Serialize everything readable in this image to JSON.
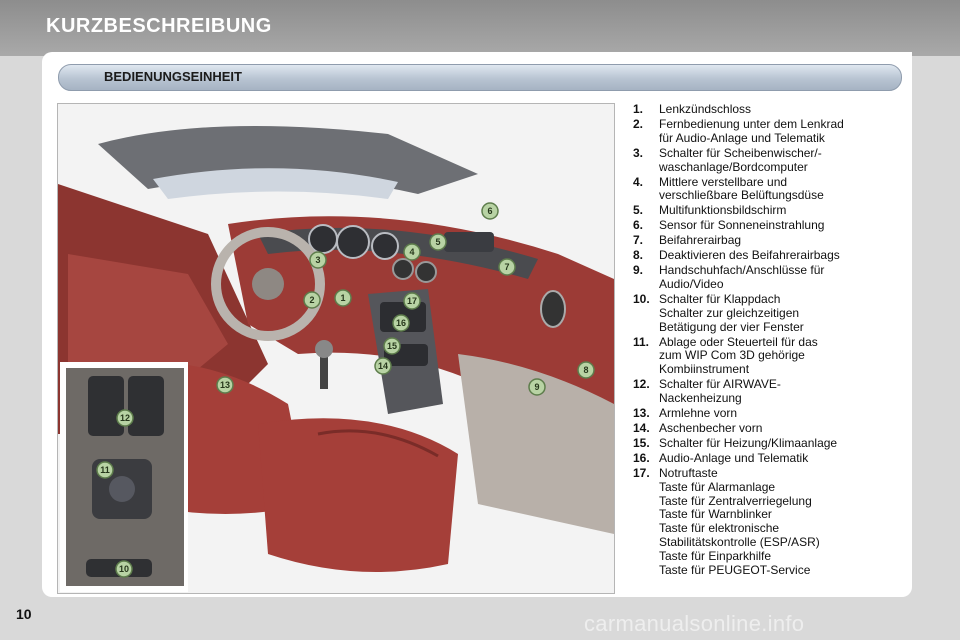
{
  "header": {
    "title": "KURZBESCHREIBUNG"
  },
  "section": {
    "title": "BEDIENUNGSEINHEIT"
  },
  "colors": {
    "leather": "#9c3b36",
    "marker_fill": "#b8d3a4",
    "section_bar": "#b8c4d2"
  },
  "image": {
    "description_icon": "car-interior-illustration",
    "markers": [
      "1",
      "2",
      "3",
      "4",
      "5",
      "6",
      "7",
      "8",
      "9",
      "10",
      "11",
      "12",
      "13",
      "14",
      "15",
      "16",
      "17"
    ]
  },
  "legend": [
    {
      "num": "1.",
      "lines": [
        "Lenkzündschloss"
      ]
    },
    {
      "num": "2.",
      "lines": [
        "Fernbedienung unter dem Lenkrad",
        "für Audio-Anlage und Telematik"
      ]
    },
    {
      "num": "3.",
      "lines": [
        "Schalter für Scheibenwischer/-",
        "waschanlage/Bordcomputer"
      ]
    },
    {
      "num": "4.",
      "lines": [
        "Mittlere verstellbare und",
        "verschließbare Belüftungsdüse"
      ]
    },
    {
      "num": "5.",
      "lines": [
        "Multifunktionsbildschirm"
      ]
    },
    {
      "num": "6.",
      "lines": [
        "Sensor für Sonneneinstrahlung"
      ]
    },
    {
      "num": "7.",
      "lines": [
        "Beifahrerairbag"
      ]
    },
    {
      "num": "8.",
      "lines": [
        "Deaktivieren des Beifahrerairbags"
      ]
    },
    {
      "num": "9.",
      "lines": [
        "Handschuhfach/Anschlüsse für",
        "Audio/Video"
      ]
    },
    {
      "num": "10.",
      "lines": [
        "Schalter für Klappdach",
        "Schalter zur gleichzeitigen",
        "Betätigung der vier Fenster"
      ]
    },
    {
      "num": "11.",
      "lines": [
        "Ablage oder Steuerteil für das",
        "zum WIP Com 3D gehörige",
        "Kombiinstrument"
      ]
    },
    {
      "num": "12.",
      "lines": [
        "Schalter für AIRWAVE-",
        "Nackenheizung"
      ]
    },
    {
      "num": "13.",
      "lines": [
        "Armlehne vorn"
      ]
    },
    {
      "num": "14.",
      "lines": [
        "Aschenbecher vorn"
      ]
    },
    {
      "num": "15.",
      "lines": [
        "Schalter für Heizung/Klimaanlage"
      ]
    },
    {
      "num": "16.",
      "lines": [
        "Audio-Anlage und Telematik"
      ]
    },
    {
      "num": "17.",
      "lines": [
        "Notruftaste",
        "Taste für Alarmanlage",
        "Taste für Zentralverriegelung",
        "Taste für Warnblinker",
        "Taste für elektronische",
        "Stabilitätskontrolle (ESP/ASR)",
        "Taste für Einparkhilfe",
        "Taste für PEUGEOT-Service"
      ]
    }
  ],
  "footer": {
    "page_number": "10",
    "watermark": "carmanualsonline.info"
  }
}
